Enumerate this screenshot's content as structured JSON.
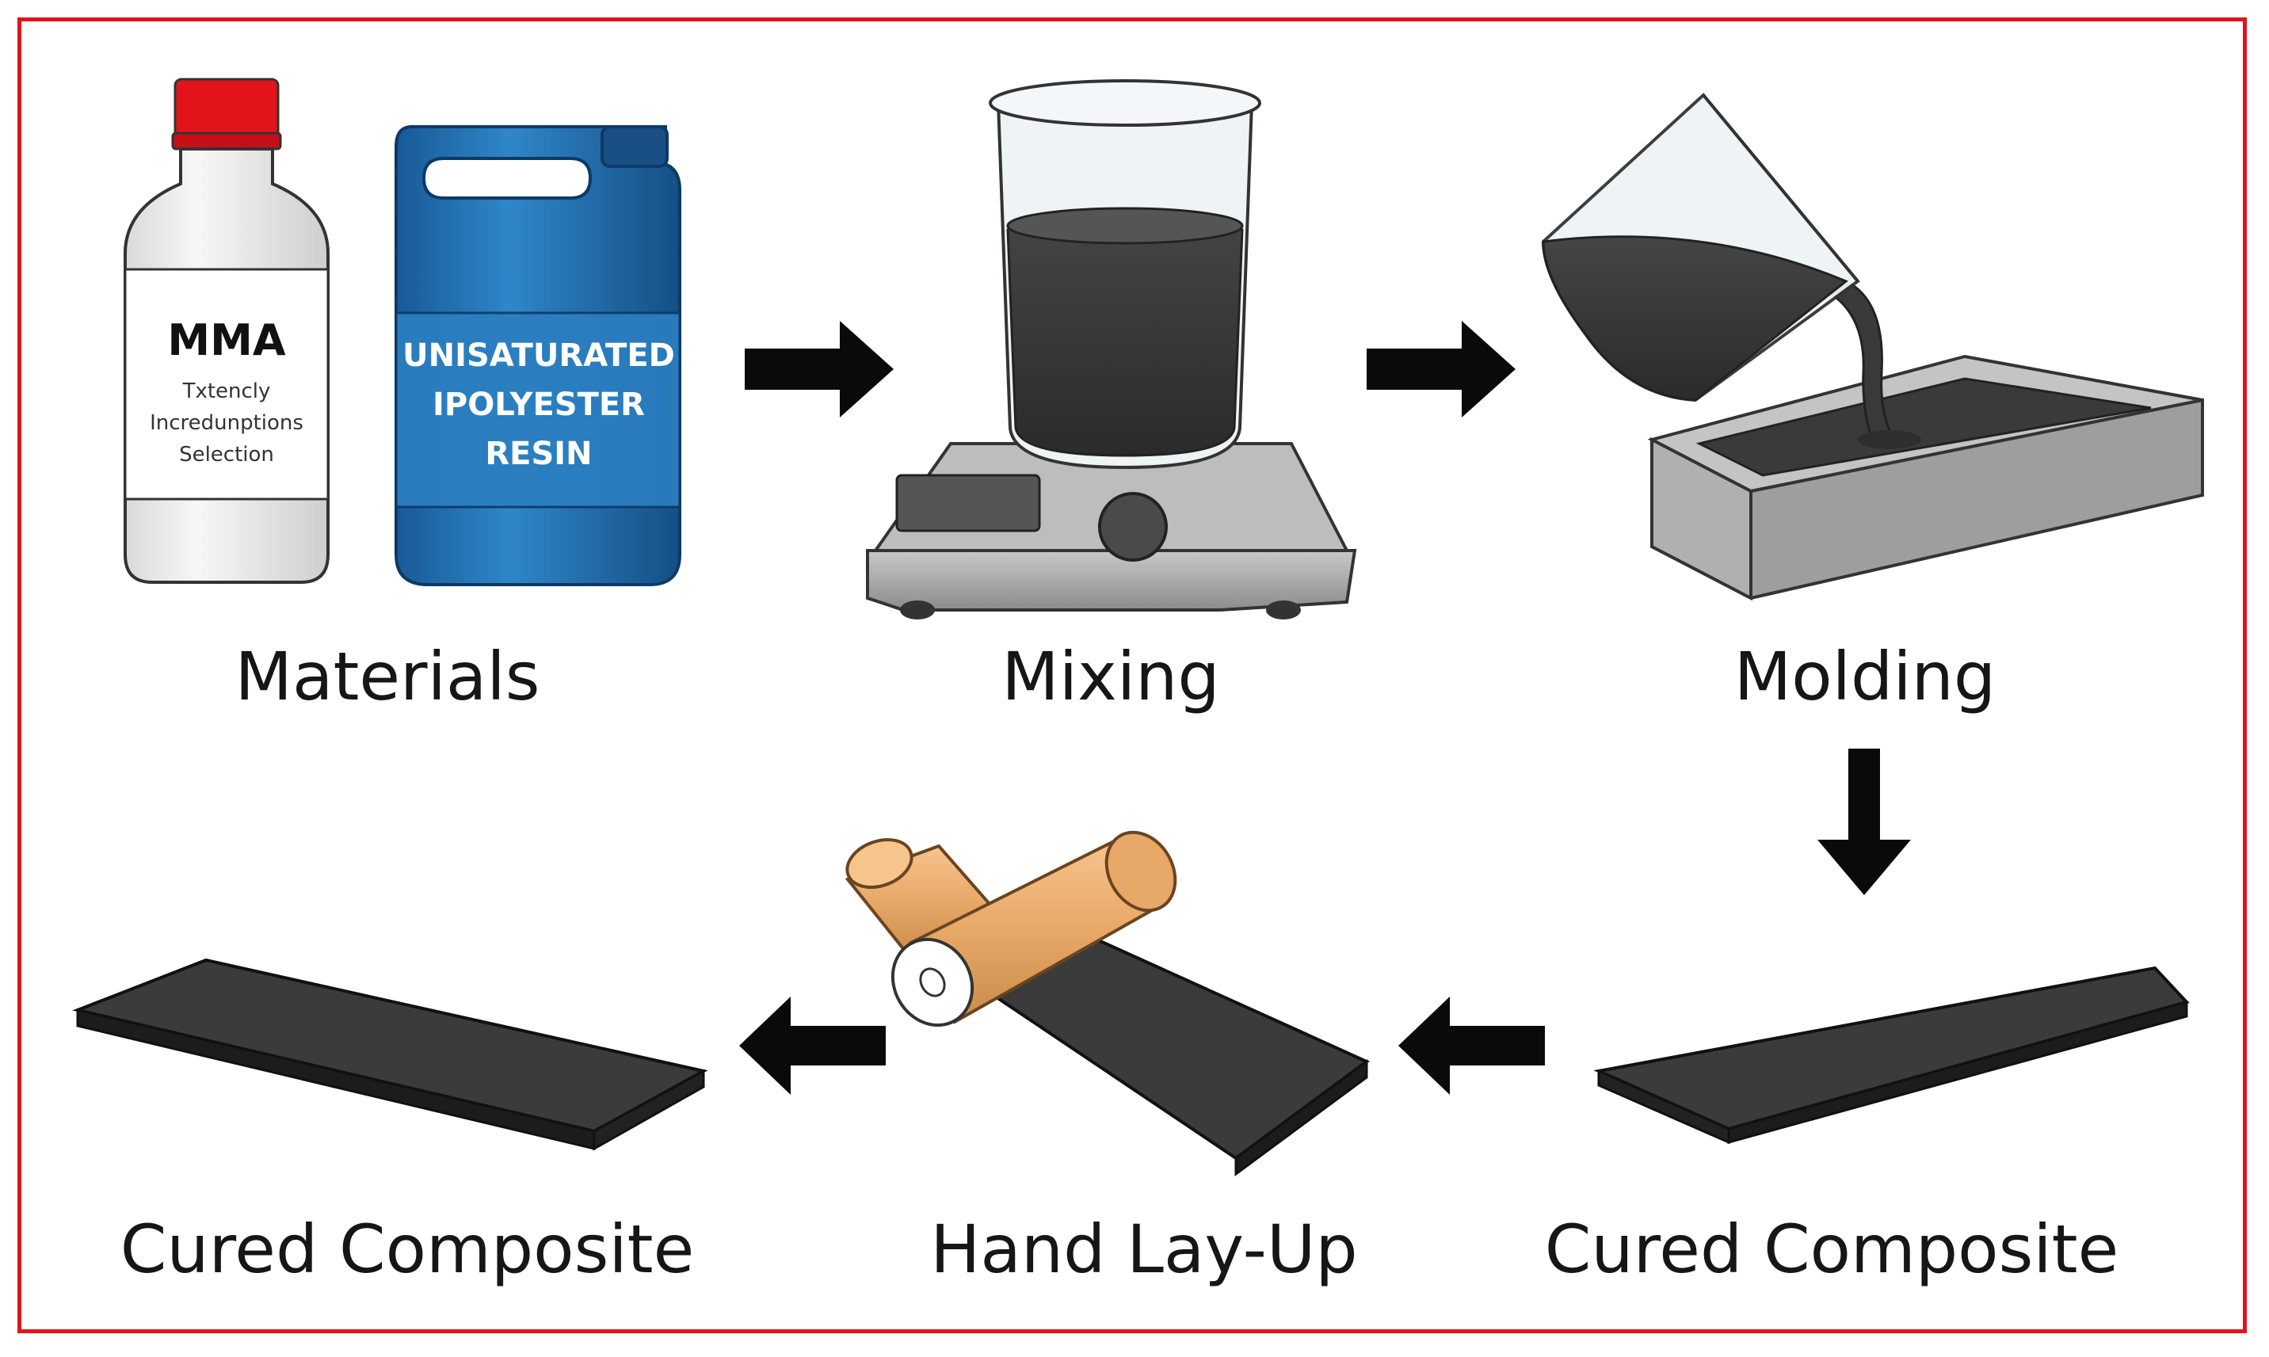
{
  "materials": {
    "bottle_label_title": "MMA",
    "bottle_label_lines": [
      "Txtencly",
      "Incredunptions",
      "Selection"
    ],
    "jug_label_lines": [
      "UNISATURATED",
      "IPOLYESTER",
      "RESIN"
    ]
  },
  "stages": {
    "materials": "Materials",
    "mixing": "Mixing",
    "molding": "Molding",
    "cured_right": "Cured Composite",
    "hand_layup": "Hand Lay-Up",
    "cured_left": "Cured Composite"
  },
  "colors": {
    "frame": "#e3131b",
    "resin": "#3a3a3a",
    "jug": "#1f6fb0",
    "cap_red": "#e3131b",
    "roller": "#e8a867"
  }
}
